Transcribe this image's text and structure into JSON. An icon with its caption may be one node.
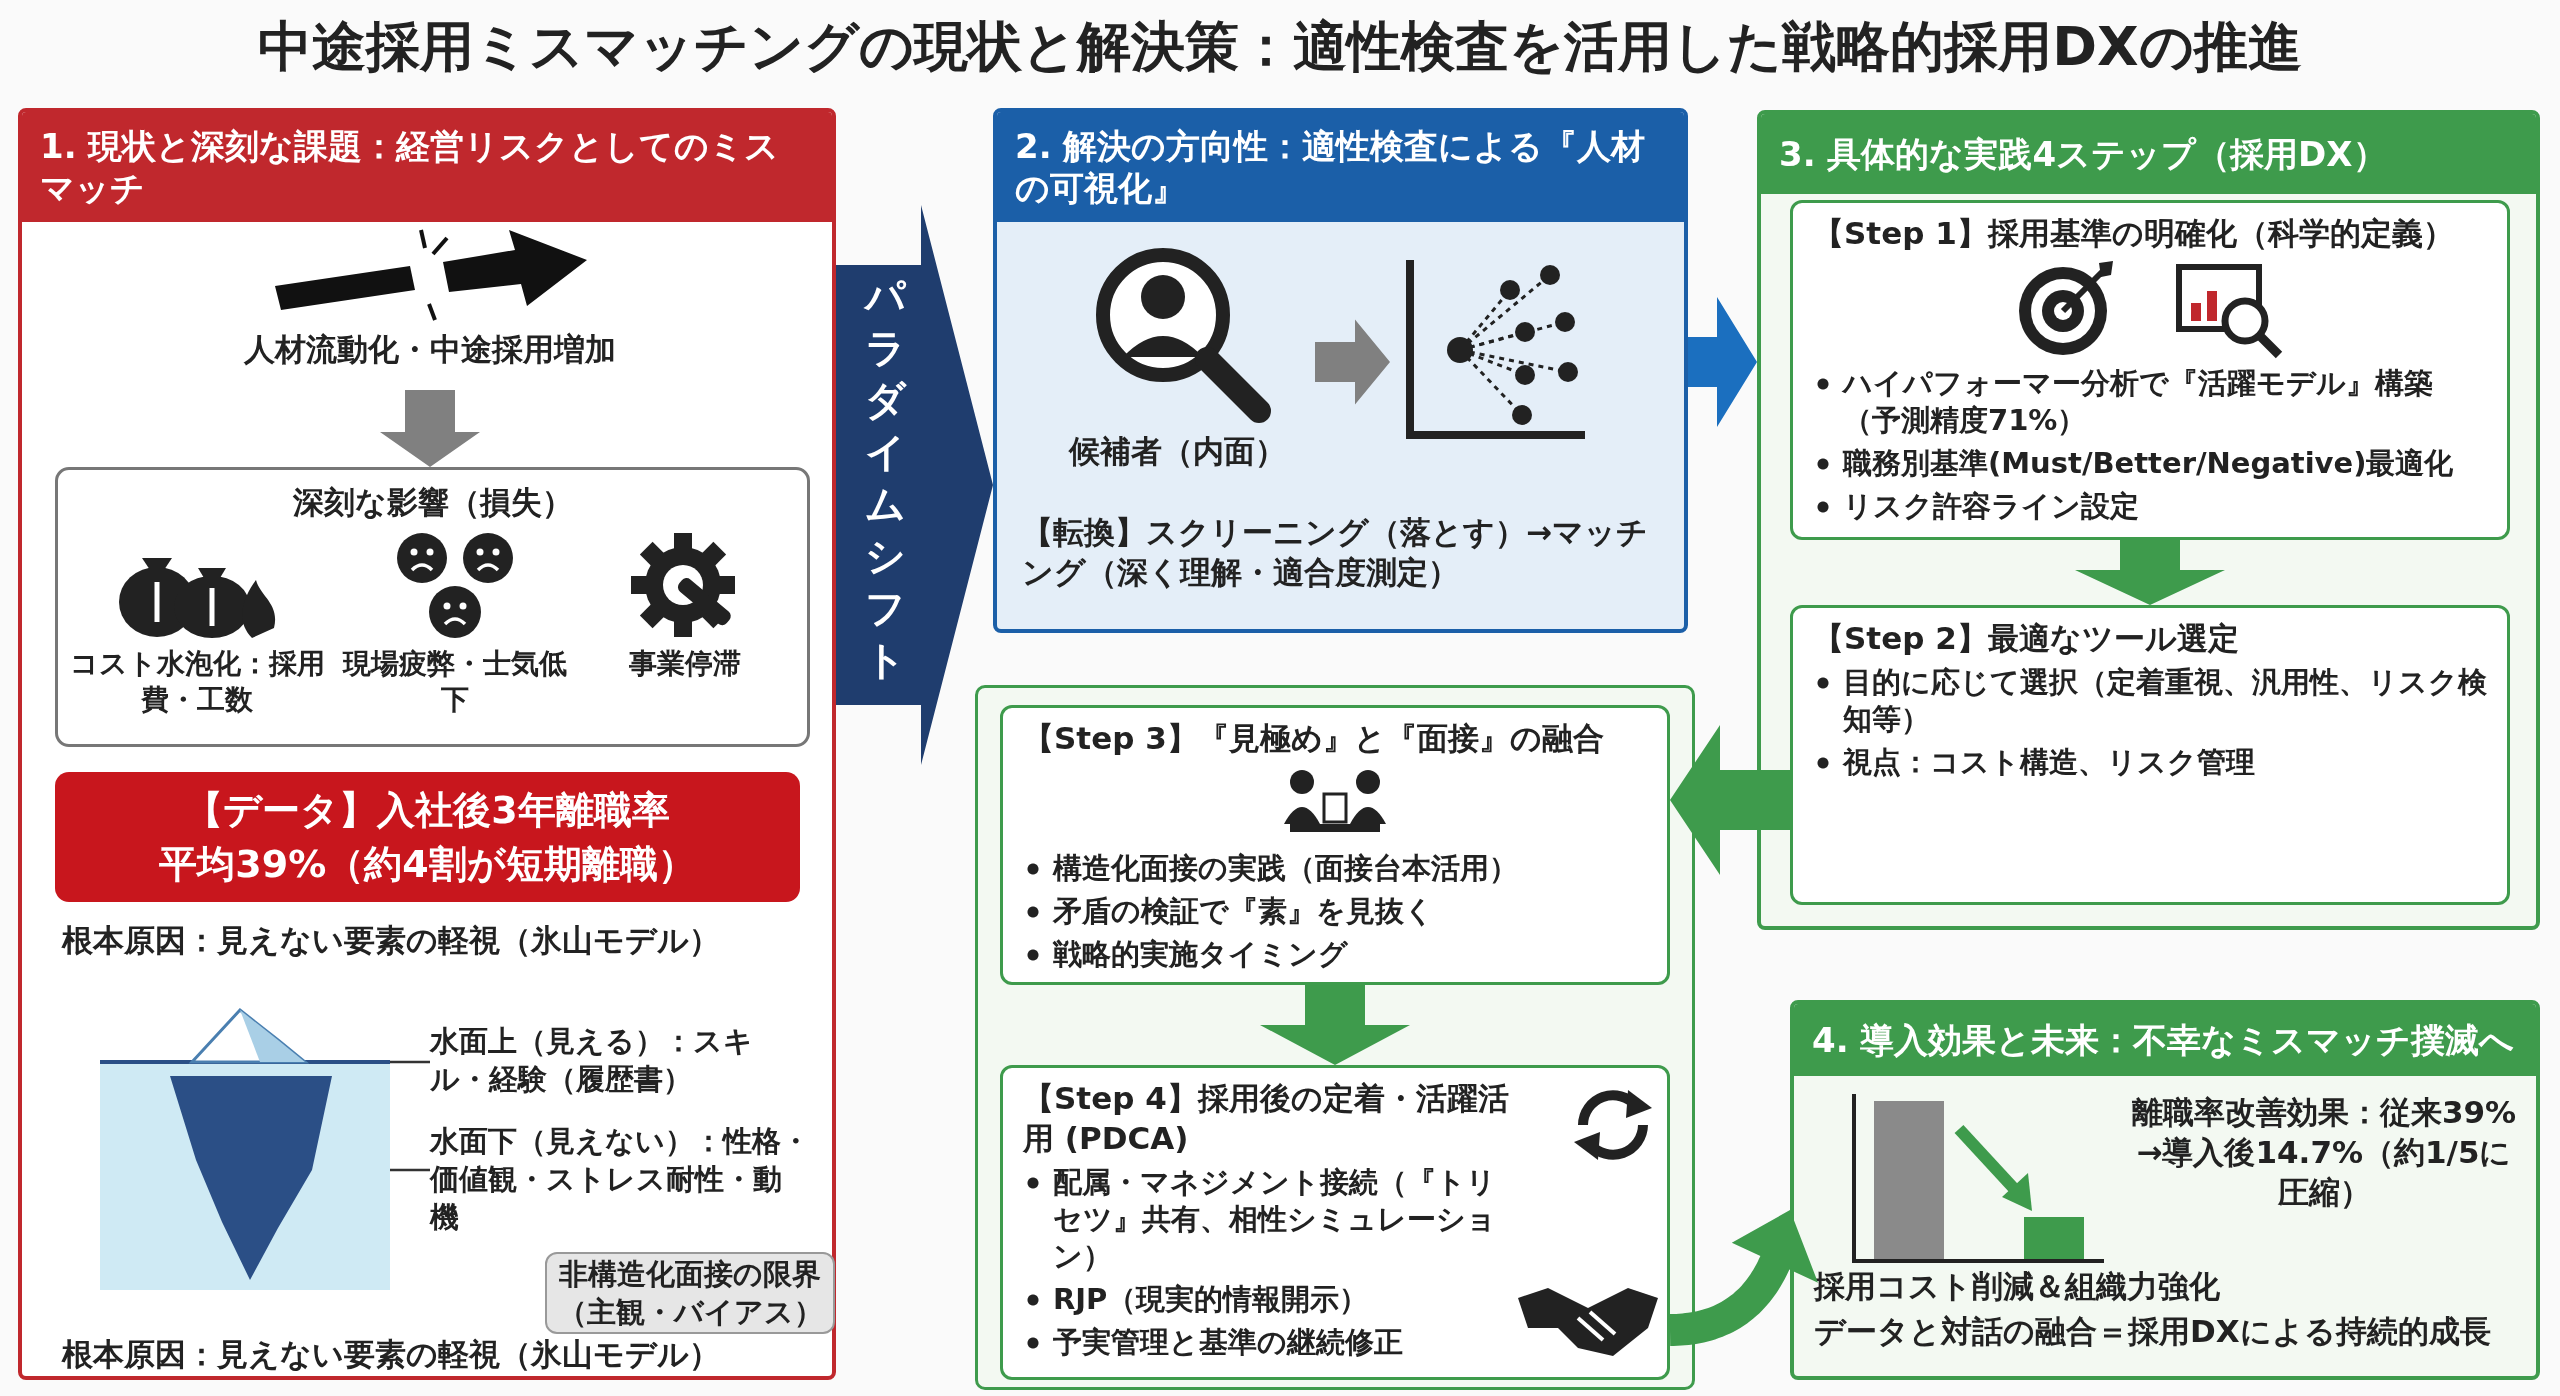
{
  "diagram": {
    "title": "中途採用ミスマッチングの現状と解決策：適性検査を活用した戦略的採用DXの推進",
    "nodes": [
      {
        "text": [
          "1. 現状と深刻な課題：経営リスクとしてのミスマッチ",
          "根本原因：見えない要素の軽視（氷山モデル）",
          "根本原因：見えない要素の軽視（氷山モデル）"
        ]
      },
      {
        "text": [
          "人材流動化・中途採用増加"
        ],
        "in": 0
      },
      {
        "text": [
          "深刻な影響（損失）"
        ],
        "in": 0
      },
      {
        "text": [
          "コスト水泡化：採用費・工数"
        ],
        "in": 2
      },
      {
        "text": [
          "現場疲弊・士気低下"
        ],
        "in": 2
      },
      {
        "text": [
          "事業停滞"
        ],
        "in": 2
      },
      {
        "text": [
          "【データ】入社後3年離職率",
          "**平均39%**（約4割が短期離職）"
        ],
        "in": 0
      },
      {
        "text": [],
        "shape": "picture",
        "in": 0
      },
      {
        "text": [
          "水面上（見える）：スキル・経験（履歴書）"
        ],
        "in": 0
      },
      {
        "text": [
          "水面下（見えない）：性格・価値観・ストレス耐性・動機"
        ],
        "in": 0
      },
      {
        "text": [
          "非構造化面接の限界（主観・バイアス）"
        ],
        "in": 0
      },
      {
        "text": [
          "2. 解決の方向性：適性検査による『人材の可視化』",
          "【転換】スクリーニング（落とす）→マッチング（深く理解・適合度測定）"
        ]
      },
      {
        "text": [
          "候補者（内面）"
        ],
        "in": 11
      },
      {
        "text": [],
        "shape": "picture",
        "in": 11
      },
      {
        "text": [
          "3. 具体的な実践4ステップ（採用DX）"
        ]
      },
      {
        "text": [
          "【Step 1】採用基準の明確化（科学的定義）",
          "ハイパフォーマー分析で『活躍モデル』構築（予測精度71%）",
          "職務別基準(Must/Better/Negative)最適化",
          "リスク許容ライン設定"
        ],
        "in": 14
      },
      {
        "text": [
          "【Step 2】最適なツール選定",
          "目的に応じて選択（定着重視、汎用性、リスク検知等）",
          "視点：コスト構造、リスク管理"
        ],
        "in": 14
      },
      {
        "text": [],
        "shape": "box"
      },
      {
        "text": [
          "【Step 3】『見極め』と『面接』の融合",
          "構造化面接の実践（面接台本活用）",
          "矛盾の検証で『素』を見抜く",
          "戦略的実施タイミング"
        ],
        "in": 17
      },
      {
        "text": [
          "【Step 4】採用後の定着・活躍活用 (PDCA)",
          "配属・マネジメント接続（『トリセツ』共有、相性シミュレーション）",
          "RJP（現実的情報開示）",
          "予実管理と基準の継続修正"
        ],
        "in": 17
      },
      {
        "text": [
          "4. 導入効果と未来：不幸なミスマッチ撲滅へ",
          "離職率改善効果：従来39% →**導入後14.7%**（約1/5に圧縮）",
          "採用コスト削減＆組織力強化",
          "データと対話の融合＝採用DXによる持続的成長"
        ]
      }
    ],
    "edges": [
      {
        "from": 1,
        "to": 2,
        "arrow": "to",
        "style": "thick",
        "color": "#808080"
      },
      {
        "from": 8,
        "to": 7,
        "arrow": "none",
        "color": "#333333"
      },
      {
        "from": 9,
        "to": 7,
        "arrow": "none",
        "color": "#333333"
      },
      {
        "from": 0,
        "to": 11,
        "arrow": "to",
        "style": "thick",
        "color": "#1f3d6e",
        "label": "パラダイムシフト"
      },
      {
        "from": 12,
        "to": 13,
        "arrow": "to",
        "style": "thick",
        "color": "#808080"
      },
      {
        "from": 11,
        "to": 14,
        "arrow": "to",
        "style": "thick",
        "color": "#1b6fbf"
      },
      {
        "from": 15,
        "to": 16,
        "arrow": "to",
        "style": "thick"
      },
      {
        "from": 16,
        "to": 18,
        "arrow": "to",
        "style": "thick"
      },
      {
        "from": 18,
        "to": 19,
        "arrow": "to",
        "style": "thick"
      },
      {
        "from": 19,
        "to": 20,
        "arrow": "to",
        "style": "thick"
      }
    ]
  }
}
